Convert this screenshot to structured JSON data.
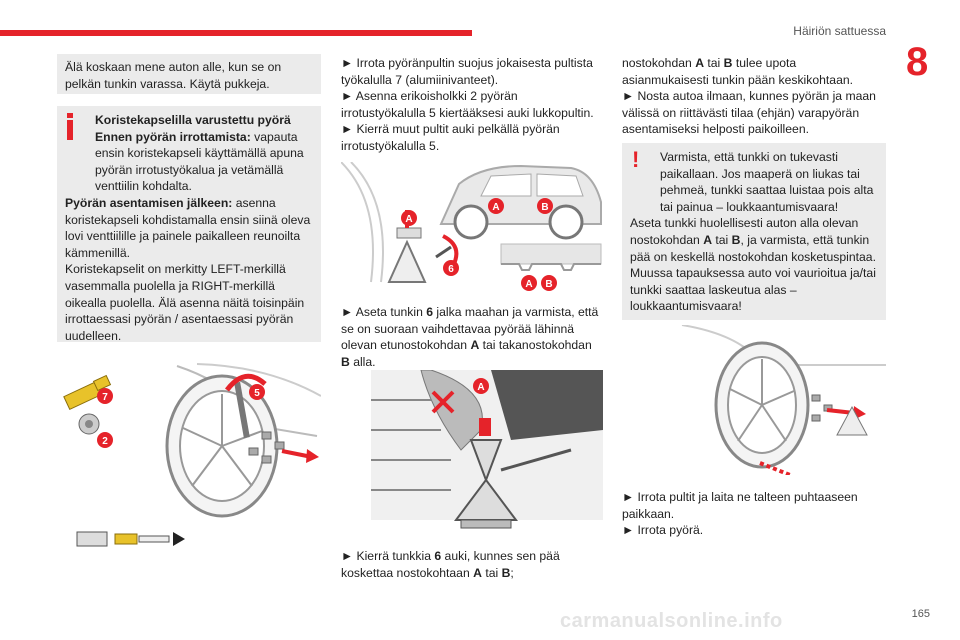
{
  "header": {
    "section": "Häiriön sattuessa",
    "chapter": "8"
  },
  "col1": {
    "warning": "Älä koskaan mene auton alle, kun se on pelkän tunkin varassa. Käytä pukkeja.",
    "info_title": "Koristekapselilla varustettu pyörä",
    "info_before_label": "Ennen pyörän irrottamista:",
    "info_before_text": " vapauta ensin koristekapseli käyttämällä apuna pyörän irrotustyökalua ja vetämällä venttiilin kohdalta.",
    "info_after_label": "Pyörän asentamisen jälkeen:",
    "info_after_text": " asenna koristekapseli kohdistamalla ensin siinä oleva lovi venttiilille ja painele paikalleen reunoilta kämmenillä.",
    "info_last": "Koristekapselit on merkitty LEFT-merkillä vasemmalla puolella ja RIGHT-merkillä oikealla puolella. Älä asenna näitä toisinpäin irrottaessasi pyörän / asentaessasi pyörän uudelleen.",
    "fig_labels": [
      "7",
      "2",
      "5"
    ]
  },
  "col2": {
    "step1": "Irrota pyöränpultin suojus jokaisesta pultista työkalulla 7 (alumiinivanteet).",
    "step2": "Asenna erikoisholkki 2 pyörän irrotustyökalulla 5 kiertääksesi auki lukkopultin.",
    "step3": "Kierrä muut pultit auki pelkällä pyörän irrotustyökalulla 5.",
    "step4_a": "Aseta tunkin ",
    "step4_b": "6",
    "step4_c": " jalka maahan ja varmista, että se on suoraan vaihdettavaa pyörää lähinnä olevan etunostokohdan ",
    "step4_d": "A",
    "step4_e": " tai takanostokohdan ",
    "step4_f": "B",
    "step4_g": " alla.",
    "step5_a": "Kierrä tunkkia ",
    "step5_b": "6",
    "step5_c": " auki, kunnes sen pää koskettaa nostokohtaan ",
    "step5_d": "A",
    "step5_e": " tai ",
    "step5_f": "B",
    "step5_g": ";",
    "fig_labels": [
      "A",
      "A",
      "B",
      "6",
      "A",
      "B",
      "A"
    ]
  },
  "col3": {
    "cont_a": "nostokohdan ",
    "cont_b": "A",
    "cont_c": " tai ",
    "cont_d": "B",
    "cont_e": " tulee upota asianmukaisesti tunkin pään keskikohtaan.",
    "step6": "Nosta autoa ilmaan, kunnes pyörän ja maan välissä on riittävästi tilaa (ehjän) varapyörän asentamiseksi helposti paikoilleen.",
    "warn_a": "Varmista, että tunkki on tukevasti paikallaan. Jos maaperä on liukas tai pehmeä, tunkki saattaa luistaa pois alta tai painua – loukkaantumisvaara!",
    "warn_b1": "Aseta tunkki huolellisesti auton alla olevan nostokohdan ",
    "warn_b2": "A",
    "warn_b3": " tai ",
    "warn_b4": "B",
    "warn_b5": ", ja varmista, että tunkin pää on keskellä nostokohdan kosketuspintaa. Muussa tapauksessa auto voi vaurioitua ja/tai tunkki saattaa laskeutua alas – loukkaantumisvaara!",
    "step7": "Irrota pultit ja laita ne talteen puhtaaseen paikkaan.",
    "step8": "Irrota pyörä."
  },
  "bullet": "►",
  "page_number": "165",
  "watermark": "carmanualsonline.info",
  "colors": {
    "accent": "#e5232a",
    "box": "#ebebeb"
  }
}
